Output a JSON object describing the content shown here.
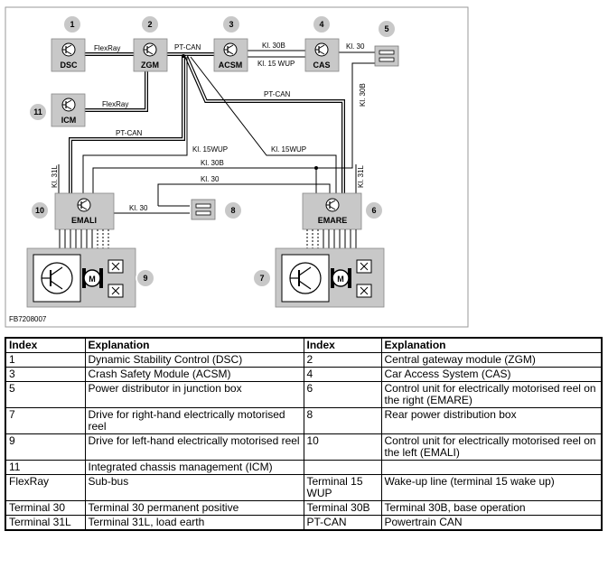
{
  "figure_code": "FB7208007",
  "components": {
    "dsc": {
      "index": "1",
      "label": "DSC"
    },
    "zgm": {
      "index": "2",
      "label": "ZGM"
    },
    "acsm": {
      "index": "3",
      "label": "ACSM"
    },
    "cas": {
      "index": "4",
      "label": "CAS"
    },
    "pd": {
      "index": "5"
    },
    "emare": {
      "index": "6",
      "label": "EMARE"
    },
    "drive_right": {
      "index": "7",
      "motor": "M"
    },
    "rear_pd": {
      "index": "8"
    },
    "drive_left": {
      "index": "9",
      "motor": "M"
    },
    "emali": {
      "index": "10",
      "label": "EMALI"
    },
    "icm": {
      "index": "11",
      "label": "ICM"
    }
  },
  "wires": {
    "flexray_dsc": "FlexRay",
    "flexray_icm": "FlexRay",
    "ptcan_top": "PT-CAN",
    "kl30b_acsm": "Kl. 30B",
    "kl15wup_acsm": "Kl. 15 WUP",
    "kl30_cas": "Kl. 30",
    "kl30b_vertical": "Kl. 30B",
    "ptcan_mid": "PT-CAN",
    "ptcan_left": "PT-CAN",
    "kl15wup_left": "Kl. 15WUP",
    "kl15wup_right": "Kl. 15WUP",
    "kl30b_bus": "Kl. 30B",
    "kl30_bus": "Kl. 30",
    "kl31l_left": "Kl. 31L",
    "kl31l_right": "Kl. 31L",
    "kl30_emali": "Kl. 30"
  },
  "legend": {
    "headers": [
      "Index",
      "Explanation",
      "Index",
      "Explanation"
    ],
    "rows": [
      [
        "1",
        "Dynamic Stability Control (DSC)",
        "2",
        "Central gateway module (ZGM)"
      ],
      [
        "3",
        "Crash Safety Module (ACSM)",
        "4",
        "Car Access System (CAS)"
      ],
      [
        "5",
        "Power distributor in junction box",
        "6",
        "Control unit for electrically motorised reel on the right (EMARE)"
      ],
      [
        "7",
        "Drive for right-hand electrically motorised reel",
        "8",
        "Rear power distribution box"
      ],
      [
        "9",
        "Drive for left-hand electrically motorised reel",
        "10",
        "Control unit for electrically motorised reel on the left (EMALI)"
      ],
      [
        "11",
        "Integrated chassis management (ICM)",
        "",
        ""
      ],
      [
        "FlexRay",
        "Sub-bus",
        "Terminal 15 WUP",
        "Wake-up line (terminal 15 wake up)"
      ],
      [
        "Terminal 30",
        "Terminal 30 permanent positive",
        "Terminal 30B",
        "Terminal 30B, base operation"
      ],
      [
        "Terminal 31L",
        "Terminal 31L, load earth",
        "PT-CAN",
        "Powertrain CAN"
      ]
    ]
  }
}
